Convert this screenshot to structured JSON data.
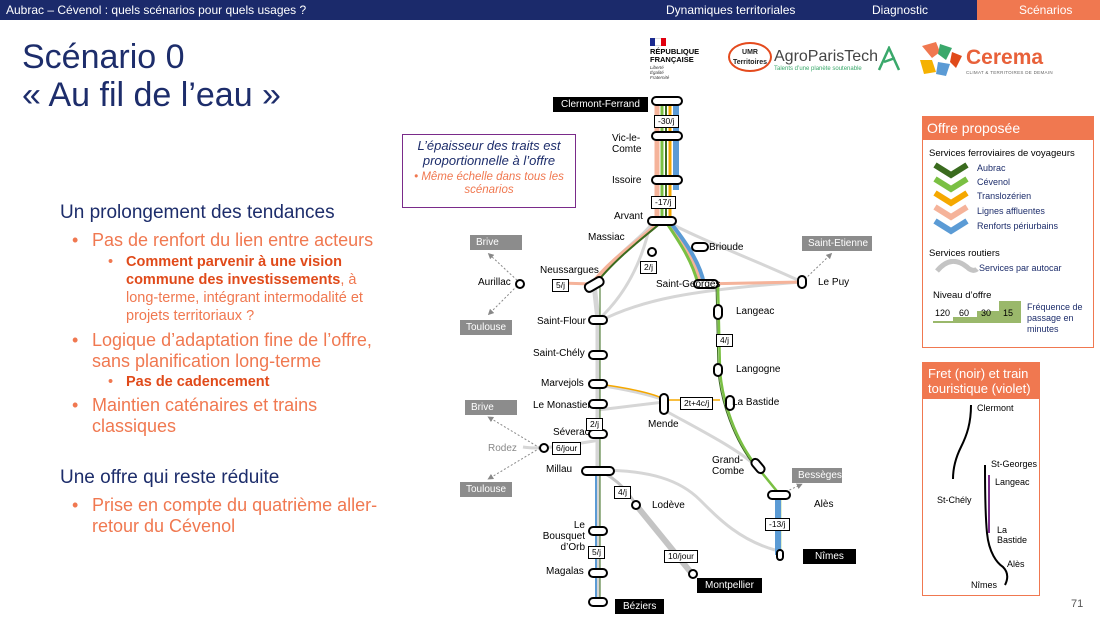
{
  "header": {
    "doc_title": "Aubrac – Cévenol : quels scénarios pour quels usages ?",
    "tabs": [
      {
        "label": "Dynamiques territoriales"
      },
      {
        "label": "Diagnostic"
      },
      {
        "label": "Scénarios"
      }
    ]
  },
  "title": {
    "line1": "Scénario 0",
    "line2": "« Au fil de l’eau »"
  },
  "logos": {
    "republique": {
      "line1": "RÉPUBLIQUE",
      "line2": "FRANÇAISE",
      "motto1": "Liberté",
      "motto2": "Égalité",
      "motto3": "Fraternité"
    },
    "umr": "UMR Territoires",
    "agro": {
      "name": "AgroParisTech",
      "tagline": "Talents d’une planète soutenable"
    },
    "cerema": {
      "name": "Cerema",
      "tagline": "CLIMAT & TERRITOIRES DE DEMAIN"
    }
  },
  "body": {
    "section1_heading": "Un prolongement des tendances",
    "b1": "Pas de renfort du lien entre acteurs",
    "b1a_strong": "Comment parvenir à une vision commune des investissements",
    "b1a_rest": ", à long-terme, intégrant intermodalité et projets territoriaux ?",
    "b2": "Logique d’adaptation fine de l’offre, sans planification long-terme",
    "b2a_strong": "Pas de cadencement",
    "b3": "Maintien caténaires et trains classiques",
    "section2_heading": "Une offre qui reste réduite",
    "b4": "Prise en compte du quatrième aller-retour du Cévenol"
  },
  "note": {
    "main": "L’épaisseur des traits est proportionnelle à l’offre",
    "sub": "Même échelle dans tous les scénarios"
  },
  "map": {
    "stations": {
      "clermont": "Clermont-Ferrand",
      "vic": "Vic-le-Comte",
      "issoire": "Issoire",
      "arvant": "Arvant",
      "massiac": "Massiac",
      "brioude": "Brioude",
      "neussargues": "Neussargues",
      "aurillac": "Aurillac",
      "stgeorges": "Saint-Georges",
      "lepuy": "Le Puy",
      "langeac": "Langeac",
      "stflour": "Saint-Flour",
      "stchely": "Saint-Chély",
      "langogne": "Langogne",
      "marvejols": "Marvejols",
      "lemonastier": "Le Monastier",
      "labastide": "La Bastide",
      "mende": "Mende",
      "severac": "Séverac",
      "grandcombe": "Grand-Combe",
      "millau": "Millau",
      "ales": "Alès",
      "lodeve": "Lodève",
      "bousquet": "Le Bousquet d’Orb",
      "magalas": "Magalas"
    },
    "black_tags": {
      "montpellier": "Montpellier",
      "nimes": "Nîmes",
      "beziers": "Béziers"
    },
    "grey_tags": {
      "brive1": "Brive",
      "toulouse1": "Toulouse",
      "brive2": "Brive",
      "toulouse2": "Toulouse",
      "stetienne": "Saint-Etienne",
      "besseges": "Bessèges"
    },
    "rodez": "Rodez",
    "boxes": {
      "b30": "-30/j",
      "b17": "-17/j",
      "b2a": "2/j",
      "b5": "5/j",
      "b4a": "4/j",
      "b2c": "2t+4c/j",
      "b2b": "2/j",
      "b6": "6/jour",
      "b4b": "4/j",
      "b13": "-13/j",
      "b5b": "5/j",
      "b10": "10/jour"
    }
  },
  "legend": {
    "header": "Offre proposée",
    "rail_title": "Services ferroviaires de voyageurs",
    "items": [
      "Aubrac",
      "Cévenol",
      "Translozérien",
      "Lignes affluentes",
      "Renforts périurbains"
    ],
    "colors": [
      "#3a6b1e",
      "#7ac043",
      "#f5a800",
      "#f5b39a",
      "#5b9bd5"
    ],
    "road_title": "Services routiers",
    "road_item": "Services par autocar",
    "level_title": "Niveau d’offre",
    "levels": [
      "120",
      "60",
      "30",
      "15"
    ],
    "level_desc": "Fréquence de passage en minutes"
  },
  "fret": {
    "header": "Fret (noir) et train touristique (violet)",
    "labels": {
      "clermont": "Clermont",
      "stgeorges": "St-Georges",
      "langeac": "Langeac",
      "stchely": "St-Chély",
      "labastide": "La Bastide",
      "ales": "Alès",
      "nimes": "Nîmes"
    }
  },
  "page_number": "71"
}
